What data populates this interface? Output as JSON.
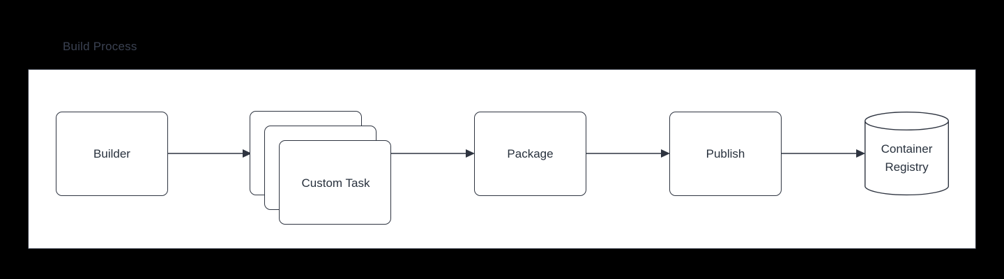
{
  "diagram": {
    "title": "Build Process",
    "type": "flowchart",
    "orientation": "left-to-right",
    "canvas_background": "#000000",
    "panel_background": "#ffffff",
    "stroke_color": "#2e3440",
    "text_color": "#28313d",
    "title_color": "#3b4252"
  },
  "nodes": [
    {
      "id": "builder",
      "label": "Builder",
      "shape": "rounded-rectangle"
    },
    {
      "id": "custom-task",
      "label": "Custom Task",
      "shape": "stacked-rounded-rectangle",
      "stack_count": 3,
      "stack_labels": [
        "Custom Task",
        "Custom Task",
        "Custom Task"
      ]
    },
    {
      "id": "package",
      "label": "Package",
      "shape": "rounded-rectangle"
    },
    {
      "id": "publish",
      "label": "Publish",
      "shape": "rounded-rectangle"
    },
    {
      "id": "container-registry",
      "label_line1": "Container",
      "label_line2": "Registry",
      "shape": "cylinder"
    }
  ],
  "edges": [
    {
      "id": "builder-to-custom-task",
      "from": "builder",
      "to": "custom-task",
      "arrowhead": "filled-triangle"
    },
    {
      "id": "custom-task-to-package",
      "from": "custom-task",
      "to": "package",
      "arrowhead": "filled-triangle"
    },
    {
      "id": "package-to-publish",
      "from": "package",
      "to": "publish",
      "arrowhead": "filled-triangle"
    },
    {
      "id": "publish-to-registry",
      "from": "publish",
      "to": "container-registry",
      "arrowhead": "filled-triangle"
    }
  ]
}
